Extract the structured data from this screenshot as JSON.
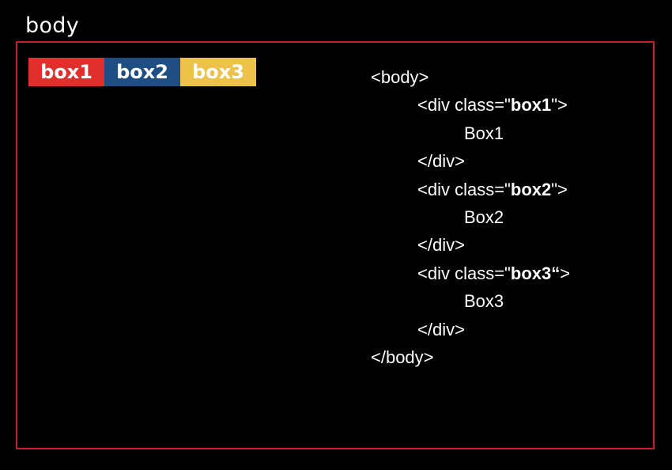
{
  "container": {
    "label": "body",
    "border_color": "#c8202a"
  },
  "boxes": [
    {
      "label": "box1",
      "color": "#e0302c"
    },
    {
      "label": "box2",
      "color": "#1f4e85"
    },
    {
      "label": "box3",
      "color": "#ecc24a"
    }
  ],
  "code": {
    "body_open": "<body>",
    "div_open_prefix": "<div class=\"",
    "div1_class": "box1",
    "div1_suffix": "\">",
    "div1_text": "Box1",
    "div_close": "</div>",
    "div2_class": "box2",
    "div2_suffix": "\">",
    "div2_text": "Box2",
    "div3_class": "box3“",
    "div3_suffix": ">",
    "div3_text": "Box3",
    "body_close": "</body>"
  }
}
